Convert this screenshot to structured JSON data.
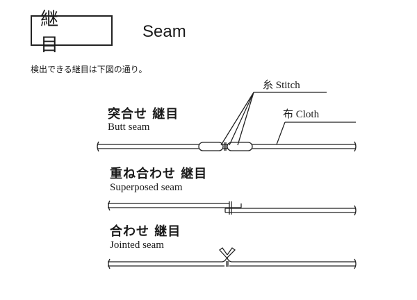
{
  "header": {
    "title_jp": "継 目",
    "title_en": "Seam",
    "intro": "検出できる継目は下図の通り。"
  },
  "callouts": {
    "stitch": "糸 Stitch",
    "cloth": "布 Cloth"
  },
  "seams": [
    {
      "label_jp": "突合せ 継目",
      "label_en": "Butt seam"
    },
    {
      "label_jp": "重ね合わせ 継目",
      "label_en": "Superposed seam"
    },
    {
      "label_jp": "合わせ 継目",
      "label_en": "Jointed seam"
    }
  ]
}
